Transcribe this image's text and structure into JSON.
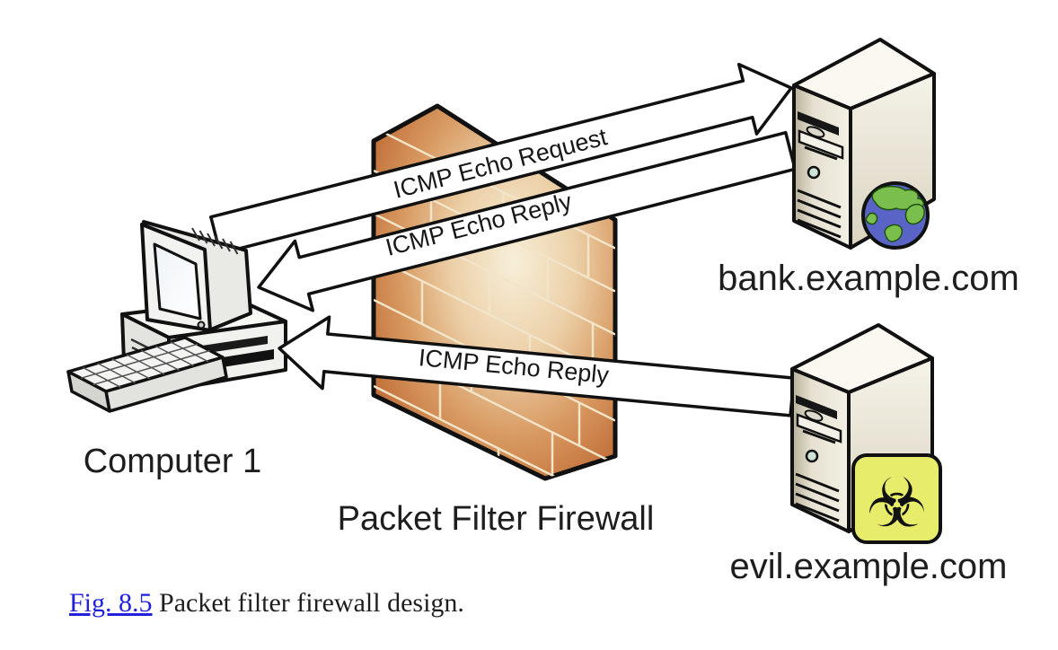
{
  "figure": {
    "caption_link": "Fig. 8.5",
    "caption_text": "Packet filter firewall design.",
    "labels": {
      "computer": "Computer 1",
      "firewall": "Packet Filter Firewall",
      "bank": "bank.example.com",
      "evil": "evil.example.com"
    },
    "flows": [
      {
        "label": "ICMP Echo Request",
        "from": "Computer 1",
        "to": "bank.example.com"
      },
      {
        "label": "ICMP Echo Reply",
        "from": "bank.example.com",
        "to": "Computer 1"
      },
      {
        "label": "ICMP Echo Reply",
        "from": "evil.example.com",
        "to": "Computer 1"
      }
    ],
    "icons": {
      "biohazard_glyph": "☣"
    },
    "colors": {
      "firewall_brick": "#c1673a",
      "firewall_highlight": "#f6ecd6",
      "mortar": "#f2e4c8",
      "link_blue": "#2222dd",
      "biohazard_yellow": "#e7ed6a",
      "globe_ocean": "#5964c6",
      "globe_land": "#7abf4d",
      "outline": "#111111"
    }
  }
}
